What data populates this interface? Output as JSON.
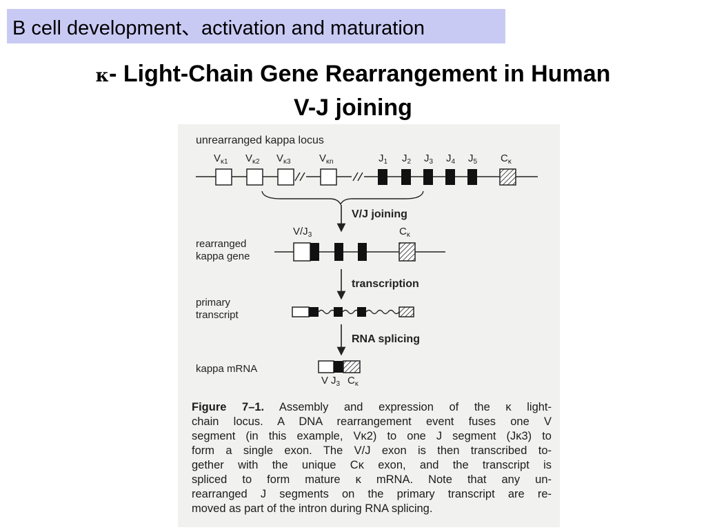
{
  "banner": {
    "text": "B cell development、activation and maturation",
    "color": "#c9caf4"
  },
  "title": {
    "kappa": "κ",
    "line1": "- Light-Chain Gene Rearrangement in Human",
    "line2": "V-J joining"
  },
  "figure": {
    "locus_label": "unrearranged kappa locus",
    "v_segments": [
      {
        "main": "V",
        "sub": "κ1"
      },
      {
        "main": "V",
        "sub": "κ2"
      },
      {
        "main": "V",
        "sub": "κ3"
      },
      {
        "main": "V",
        "sub": "κn"
      }
    ],
    "j_segments": [
      {
        "main": "J",
        "sub": "1"
      },
      {
        "main": "J",
        "sub": "2"
      },
      {
        "main": "J",
        "sub": "3"
      },
      {
        "main": "J",
        "sub": "4"
      },
      {
        "main": "J",
        "sub": "5"
      }
    ],
    "c_segment": {
      "main": "C",
      "sub": "κ"
    },
    "step1": "V/J joining",
    "rearranged_label_1": "rearranged",
    "rearranged_label_2": "kappa gene",
    "vj_label": {
      "main": "V/J",
      "sub": "3"
    },
    "ck_label": {
      "main": "C",
      "sub": "κ"
    },
    "step2": "transcription",
    "primary_label_1": "primary",
    "primary_label_2": "transcript",
    "step3": "RNA splicing",
    "mrna_label": "kappa mRNA",
    "mrna_v": "V",
    "mrna_j": {
      "main": "J",
      "sub": "3"
    },
    "mrna_c": {
      "main": "C",
      "sub": "κ"
    }
  },
  "caption": {
    "label": "Figure 7–1.",
    "lines": [
      " Assembly and expression of the κ light-",
      "chain locus. A DNA rearrangement event fuses one V",
      "segment (in this example, Vκ2) to one J segment (Jκ3) to",
      "form a single exon. The V/J exon is then transcribed to-",
      "gether with the unique Cκ exon, and the transcript is",
      "spliced to form mature κ mRNA. Note that any un-",
      "rearranged J segments on the primary transcript are re-",
      "moved as part of the intron during RNA splicing."
    ]
  }
}
